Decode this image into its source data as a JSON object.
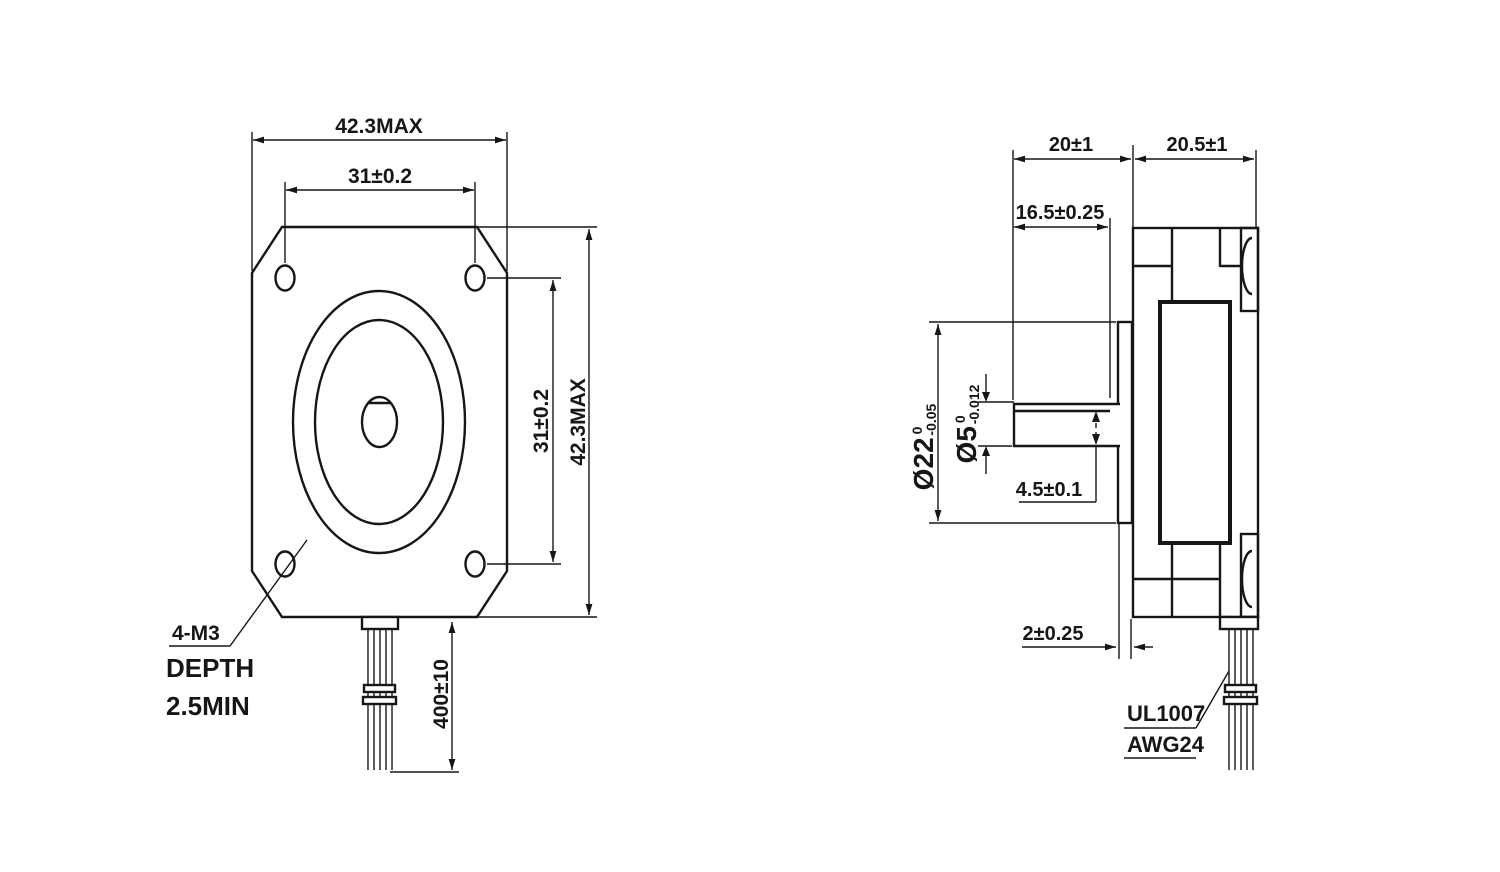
{
  "front_view": {
    "width_max": "42.3MAX",
    "hole_spacing_horizontal": "31±0.2",
    "hole_spacing_vertical": "31±0.2",
    "height_max": "42.3MAX",
    "mounting_holes_note_line1": "4-M3",
    "mounting_holes_note_line2": "DEPTH",
    "mounting_holes_note_line3": "2.5MIN",
    "wire_length": "400±10"
  },
  "side_view": {
    "shaft_protrusion": "20±1",
    "body_length": "20.5±1",
    "shaft_flat_length": "16.5±0.25",
    "pilot_diameter": "Ø22",
    "pilot_diameter_tol_upper": "0",
    "pilot_diameter_tol_lower": "-0.05",
    "shaft_diameter": "Ø5",
    "shaft_diameter_tol_upper": "0",
    "shaft_diameter_tol_lower": "-0.012",
    "shaft_flat_height": "4.5±0.1",
    "pilot_depth": "2±0.25",
    "wire_spec_line1": "UL1007",
    "wire_spec_line2": "AWG24"
  },
  "colors": {
    "line": "#161616",
    "background": "#ffffff"
  }
}
